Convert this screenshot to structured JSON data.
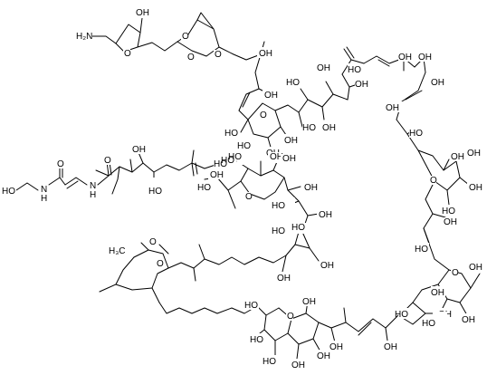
{
  "structure": {
    "atom_labels": [
      {
        "id": "nh2",
        "text": "H₂N"
      },
      {
        "id": "oh-top",
        "text": "OH"
      },
      {
        "id": "o-thf1",
        "text": "O"
      },
      {
        "id": "o-bic1",
        "text": "O"
      },
      {
        "id": "o-bic2",
        "text": "O"
      },
      {
        "id": "o-bic3",
        "text": "O"
      },
      {
        "id": "ho-a",
        "text": "HO"
      },
      {
        "id": "ho-b",
        "text": "HO"
      },
      {
        "id": "ho-c",
        "text": "HO"
      },
      {
        "id": "ho-d",
        "text": "HO"
      },
      {
        "id": "oh-a",
        "text": "OH"
      },
      {
        "id": "oh-b",
        "text": "OH"
      },
      {
        "id": "oh-c",
        "text": "OH"
      },
      {
        "id": "oh-d",
        "text": "OH"
      },
      {
        "id": "o-pyr1",
        "text": "O"
      },
      {
        "id": "ho-e",
        "text": "HO"
      },
      {
        "id": "oh-e",
        "text": "OH"
      },
      {
        "id": "ho-f",
        "text": "HO"
      },
      {
        "id": "oh-f",
        "text": "OH"
      },
      {
        "id": "oh-g",
        "text": "OH"
      },
      {
        "id": "oh-h",
        "text": "OH"
      },
      {
        "id": "oh-i",
        "text": "OH"
      },
      {
        "id": "oh-j",
        "text": "OH"
      },
      {
        "id": "oh-k",
        "text": "OH"
      },
      {
        "id": "ho-g",
        "text": "HO"
      },
      {
        "id": "o-amide1",
        "text": "O"
      },
      {
        "id": "o-amide2",
        "text": "O"
      },
      {
        "id": "ho-ethyl",
        "text": "HO"
      },
      {
        "id": "n-a",
        "text": "N"
      },
      {
        "id": "h-a",
        "text": "H"
      },
      {
        "id": "n-b",
        "text": "N"
      },
      {
        "id": "h-b",
        "text": "H"
      },
      {
        "id": "oh-l",
        "text": "OH"
      },
      {
        "id": "oh-m",
        "text": "OH"
      },
      {
        "id": "ho-h",
        "text": "HO"
      },
      {
        "id": "oh-n",
        "text": "OH"
      },
      {
        "id": "o-pyr2",
        "text": "O"
      },
      {
        "id": "oh-o",
        "text": "OH"
      },
      {
        "id": "ho-i",
        "text": "HO"
      },
      {
        "id": "oh-p",
        "text": "OH"
      },
      {
        "id": "ho-j",
        "text": "HO"
      },
      {
        "id": "oh-q",
        "text": "OH"
      },
      {
        "id": "oh-r",
        "text": "OH"
      },
      {
        "id": "ho-k",
        "text": "HO"
      },
      {
        "id": "oh-s",
        "text": "OH"
      },
      {
        "id": "ho-l",
        "text": "HO"
      },
      {
        "id": "oh-t",
        "text": "OH"
      },
      {
        "id": "o-pyr3",
        "text": "O"
      },
      {
        "id": "oh-u",
        "text": "OH"
      },
      {
        "id": "oh-v",
        "text": "OH"
      },
      {
        "id": "ho-m",
        "text": "HO"
      },
      {
        "id": "o-pyr4",
        "text": "O"
      },
      {
        "id": "oh-w",
        "text": "OH"
      },
      {
        "id": "ho-n",
        "text": "HO"
      },
      {
        "id": "oh-x",
        "text": "OH"
      },
      {
        "id": "h3c",
        "text": "H₃C"
      },
      {
        "id": "o-bic4",
        "text": "O"
      },
      {
        "id": "o-bic5",
        "text": "O"
      },
      {
        "id": "ho-o",
        "text": "HO"
      },
      {
        "id": "oh-y",
        "text": "OH"
      },
      {
        "id": "ho-p",
        "text": "HO"
      },
      {
        "id": "oh-z",
        "text": "OH"
      },
      {
        "id": "ho-q",
        "text": "HO"
      },
      {
        "id": "ho-r",
        "text": "HO"
      },
      {
        "id": "o-pyr5",
        "text": "O"
      },
      {
        "id": "oh-aa",
        "text": "OH"
      },
      {
        "id": "ho-s",
        "text": "HO"
      },
      {
        "id": "oh-bb",
        "text": "OH"
      },
      {
        "id": "oh-cc",
        "text": "OH"
      },
      {
        "id": "oh-dd",
        "text": "OH"
      },
      {
        "id": "oh-ee",
        "text": "OH"
      },
      {
        "id": "ho-t",
        "text": "HO"
      },
      {
        "id": "oh-ff",
        "text": "OH"
      },
      {
        "id": "ho-u",
        "text": "HO"
      }
    ]
  }
}
